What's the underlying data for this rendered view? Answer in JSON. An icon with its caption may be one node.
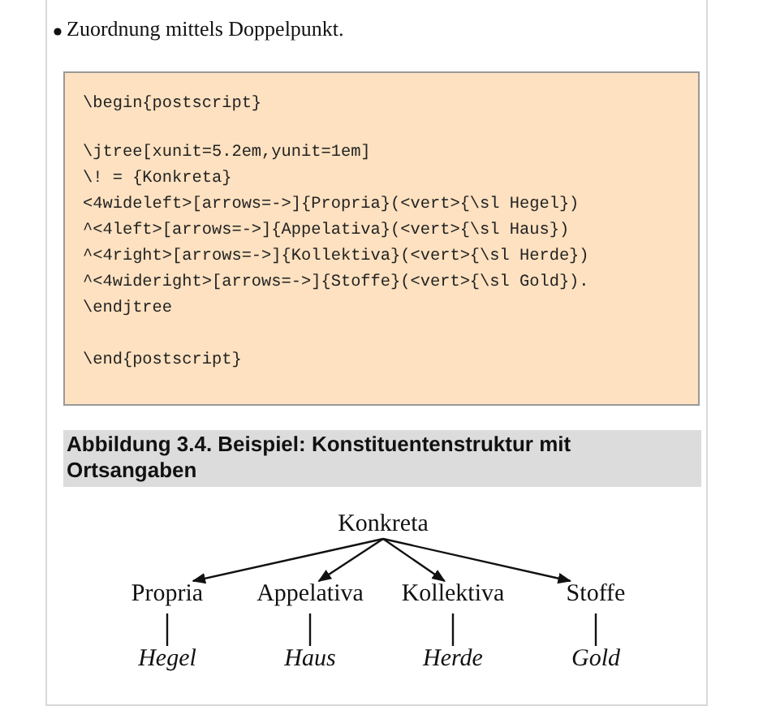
{
  "diagram": {
    "title": "Abbildung 3.4. Beispiel: Konstituentenstruktur mit Ortsangaben",
    "nodes": [
      {
        "text": [
          "Konkreta"
        ]
      },
      {
        "text": [
          "Propria"
        ]
      },
      {
        "text": [
          "Appelativa"
        ]
      },
      {
        "text": [
          "Kollektiva"
        ]
      },
      {
        "text": [
          "Stoffe"
        ]
      },
      {
        "text": [
          "Hegel"
        ]
      },
      {
        "text": [
          "Haus"
        ]
      },
      {
        "text": [
          "Herde"
        ]
      },
      {
        "text": [
          "Gold"
        ]
      }
    ],
    "edges": [
      {
        "from": 0,
        "to": 1,
        "arrow": "to"
      },
      {
        "from": 0,
        "to": 2,
        "arrow": "to"
      },
      {
        "from": 0,
        "to": 3,
        "arrow": "to"
      },
      {
        "from": 0,
        "to": 4,
        "arrow": "to"
      },
      {
        "from": 1,
        "to": 5,
        "arrow": "none"
      },
      {
        "from": 2,
        "to": 6,
        "arrow": "none"
      },
      {
        "from": 3,
        "to": 7,
        "arrow": "none"
      },
      {
        "from": 4,
        "to": 8,
        "arrow": "none"
      }
    ],
    "labels": [
      "Zuordnung mittels Doppelpunkt.",
      "\\begin{postscript}",
      "\\jtree[xunit=5.2em,yunit=1em]",
      "\\! = {Konkreta}",
      "<4wideleft>[arrows=->]{Propria}(<vert>{\\sl Hegel})",
      "^<4left>[arrows=->]{Appelativa}(<vert>{\\sl Haus})",
      "^<4right>[arrows=->]{Kollektiva}(<vert>{\\sl Herde})",
      "^<4wideright>[arrows=->]{Stoffe}(<vert>{\\sl Gold}).",
      "\\endjtree",
      "\\end{postscript}"
    ]
  }
}
